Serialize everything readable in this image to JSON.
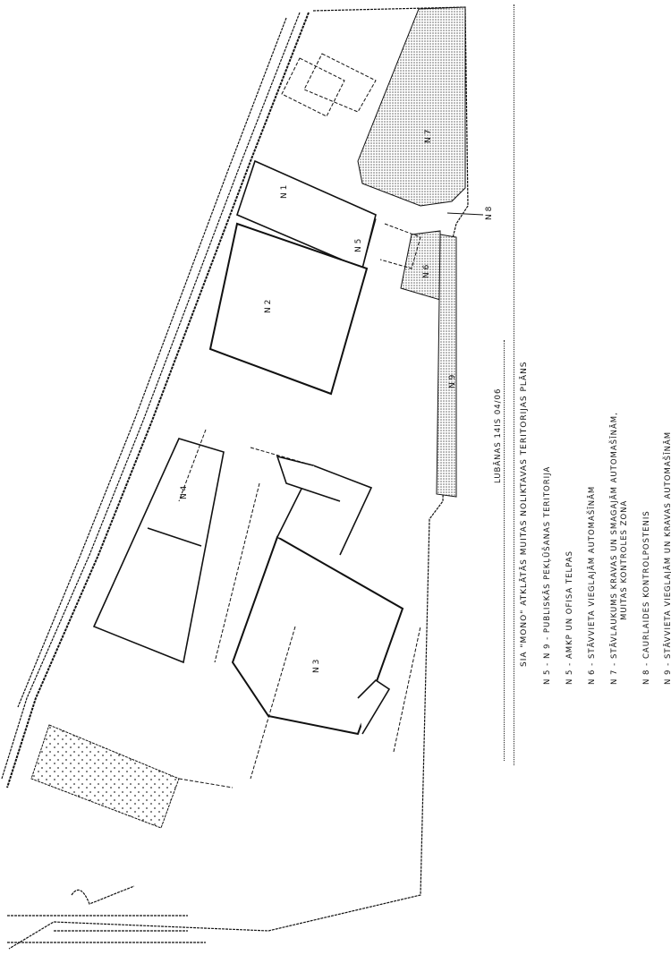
{
  "plan": {
    "title": "SIA \"MONO\" atklātās muitas noliktavas teritorijas plāns",
    "subtitle": "Lubānas 14IS 04/06"
  },
  "legend": [
    {
      "code": "N 5 - N 9",
      "text": "Publiskās pekļūšanas teritorija"
    },
    {
      "code": "N 5",
      "text": "AMKP un ofisa telpas"
    },
    {
      "code": "N 6",
      "text": "Stāvvieta vieglajām automašīnām"
    },
    {
      "code": "N 7",
      "text": "Stāvlaukums kravas un smagajām automašīnām,",
      "text2": "muitas kontroles zona"
    },
    {
      "code": "N 8",
      "text": "Caurlaides kontrolpostenis"
    },
    {
      "code": "N 9",
      "text": "Stāvvieta vieglajām un kravas automašīnām"
    }
  ],
  "map_labels": {
    "n1": "N 1",
    "n2": "N 2",
    "n3": "N 3",
    "n4": "N 4",
    "n5": "N 5",
    "n6": "N 6",
    "n7": "N 7",
    "n8": "N 8",
    "n9": "N 9"
  },
  "colors": {
    "ink": "#111111",
    "hatch": "#9a9a9a",
    "paper": "#ffffff"
  }
}
